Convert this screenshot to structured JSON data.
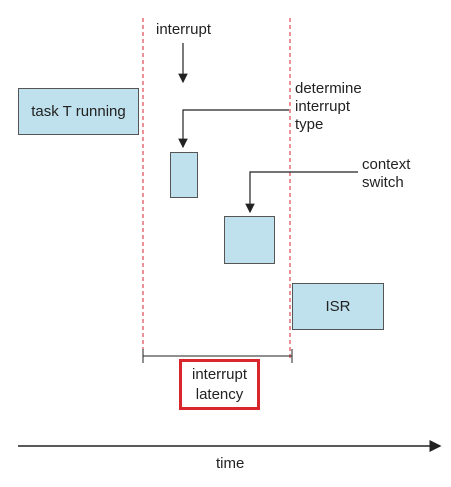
{
  "labels": {
    "interrupt": "interrupt",
    "determine_type": "determine\ninterrupt\ntype",
    "context_switch": "context\nswitch",
    "task_running": "task T running",
    "isr": "ISR",
    "latency": "interrupt\nlatency",
    "time": "time"
  },
  "colors": {
    "box_fill": "#bfe1ed",
    "dashed_line": "#d9262c",
    "highlight_border": "#d9262c",
    "line": "#222222"
  }
}
